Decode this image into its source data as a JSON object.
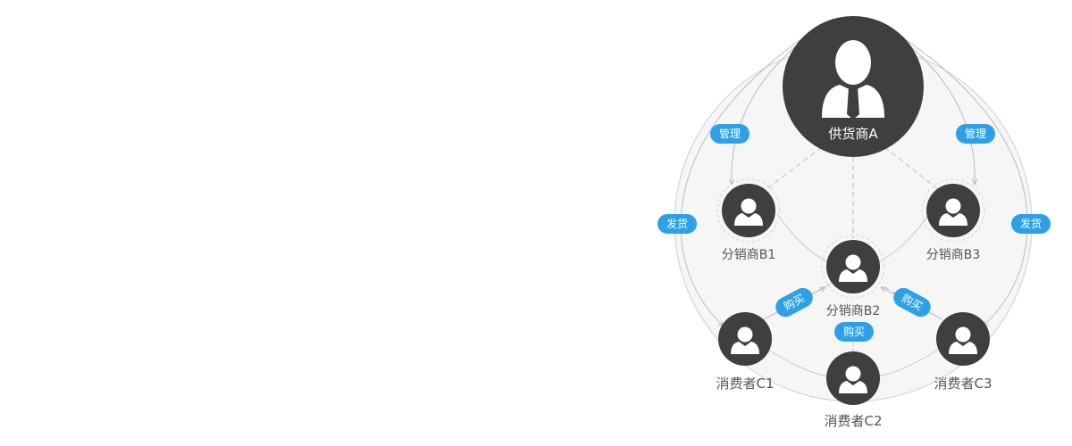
{
  "colors": {
    "node": "#3f3f3f",
    "tag": "#2ea1e6",
    "ring": "#f4f4f4",
    "line": "#bdbdbd"
  },
  "nodes": {
    "A": {
      "label": "供货商A",
      "icon": "businessman-icon"
    },
    "B1": {
      "label": "分销商B1",
      "icon": "user-icon"
    },
    "B2": {
      "label": "分销商B2",
      "icon": "user-icon"
    },
    "B3": {
      "label": "分销商B3",
      "icon": "user-icon"
    },
    "C1": {
      "label": "消费者C1",
      "icon": "user-icon"
    },
    "C2": {
      "label": "消费者C2",
      "icon": "user-icon"
    },
    "C3": {
      "label": "消费者C3",
      "icon": "user-icon"
    }
  },
  "tags": {
    "manage_left": "管理",
    "manage_right": "管理",
    "ship_left": "发货",
    "ship_right": "发货",
    "buy_left": "购买",
    "buy_center": "购买",
    "buy_right": "购买"
  }
}
